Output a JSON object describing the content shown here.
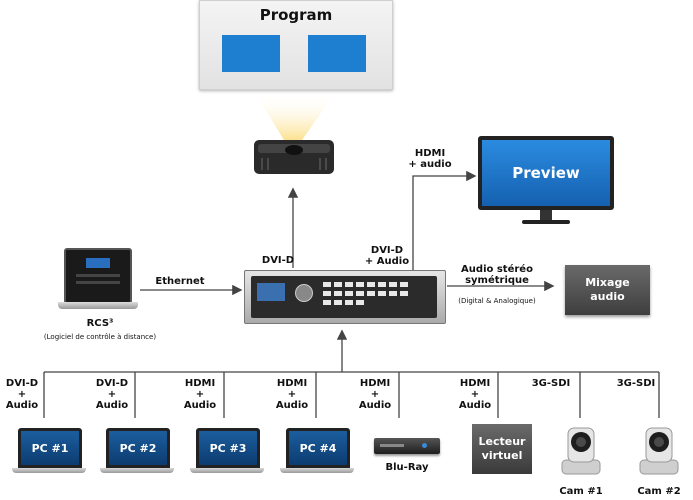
{
  "program": {
    "title": "Program"
  },
  "preview": {
    "label": "Preview"
  },
  "mixage": {
    "label": "Mixage\naudio"
  },
  "connections": {
    "dvi_d": "DVI-D",
    "hdmi_audio_top": "HDMI\n+ audio",
    "dvi_d_audio_right": "DVI-D\n+ Audio",
    "audio_stereo": "Audio stéréo\nsymétrique",
    "digital_analog": "(Digital & Analogique)",
    "ethernet": "Ethernet"
  },
  "rcs": {
    "label": "RCS³",
    "sublabel": "(Logiciel de contrôle à distance)"
  },
  "inputs": [
    {
      "signal": "DVI-D\n+ Audio",
      "device": "PC #1"
    },
    {
      "signal": "DVI-D\n+ Audio",
      "device": "PC #2"
    },
    {
      "signal": "HDMI\n+ Audio",
      "device": "PC #3"
    },
    {
      "signal": "HDMI\n+ Audio",
      "device": "PC #4"
    },
    {
      "signal": "HDMI\n+ Audio",
      "device": "Blu-Ray"
    },
    {
      "signal": "HDMI\n+ Audio",
      "device": "Lecteur\nvirtuel"
    },
    {
      "signal": "3G-SDI",
      "device": "Cam #1"
    },
    {
      "signal": "3G-SDI",
      "device": "Cam #2"
    }
  ],
  "colors": {
    "screen_blue": "#1e7fd0",
    "wire": "#444444",
    "dark_box": "#4a4a4a"
  }
}
